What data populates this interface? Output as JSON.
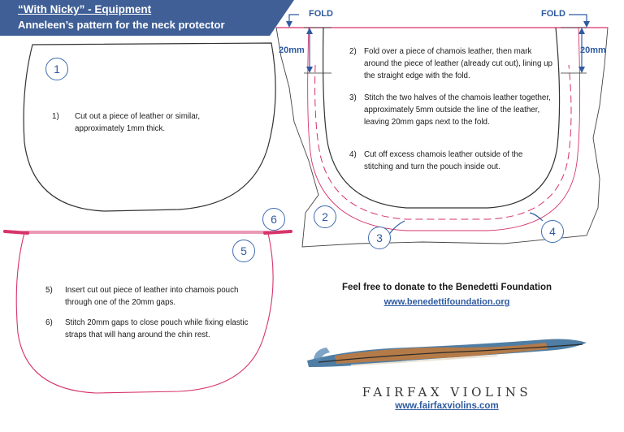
{
  "header": {
    "title": "“With Nicky” - Equipment",
    "subtitle": "Anneleen’s pattern for the neck protector",
    "banner_color": "#3f5f96"
  },
  "badges": {
    "b1": "1",
    "b2": "2",
    "b3": "3",
    "b4": "4",
    "b5": "5",
    "b6": "6"
  },
  "labels": {
    "fold_left": "FOLD",
    "fold_right": "FOLD",
    "gap_left": "20mm",
    "gap_right": "20mm"
  },
  "steps": {
    "s1": {
      "num": "1)",
      "text": "Cut out a piece of leather or similar, approximately 1mm thick."
    },
    "s2": {
      "num": "2)",
      "text": "Fold over a piece of chamois leather, then mark around the piece of leather (already cut out), lining up the straight edge with the fold."
    },
    "s3": {
      "num": "3)",
      "text": "Stitch the two halves of the chamois leather together, approximately 5mm outside the line of the leather, leaving 20mm gaps next to the fold."
    },
    "s4": {
      "num": "4)",
      "text": "Cut off excess chamois leather outside of the stitching and turn the pouch inside out."
    },
    "s5": {
      "num": "5)",
      "text": "Insert cut out piece of leather into chamois pouch through one of the 20mm gaps."
    },
    "s6": {
      "num": "6)",
      "text": "Stitch 20mm gaps to close pouch while fixing elastic straps that will hang around the chin rest."
    }
  },
  "donate": {
    "text": "Feel free to donate to the Benedetti Foundation",
    "link": "www.benedettifoundation.org"
  },
  "brand": {
    "name": "FAIRFAX VIOLINS",
    "link": "www.fairfaxviolins.com"
  },
  "colors": {
    "accent": "#2e5aa0",
    "chamois_outline": "#d6336b",
    "strap": "#d6336b",
    "leather_outline": "#333333"
  }
}
